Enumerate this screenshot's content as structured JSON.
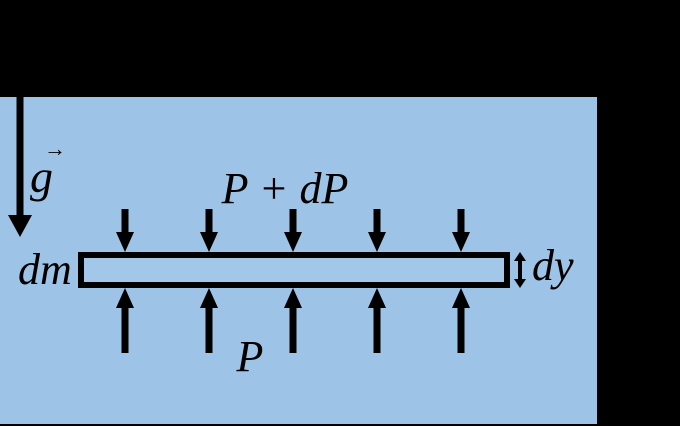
{
  "diagram": {
    "type": "physics-free-body-diagram",
    "subject": "pressure on a thin fluid element of thickness dy",
    "colors": {
      "background": "#000000",
      "fluid": "#9DC3E6",
      "ink": "#000000"
    },
    "labels": {
      "gravity_vector": "g",
      "gravity_vector_arrow": "→",
      "mass_element": "dm",
      "pressure_above": "P + dP",
      "pressure_below": "P",
      "thickness": "dy"
    },
    "arrows": {
      "pressure_down_count": 5,
      "pressure_up_count": 5,
      "gravity_arrow_direction": "down",
      "thickness_arrow": "double-headed vertical"
    }
  }
}
